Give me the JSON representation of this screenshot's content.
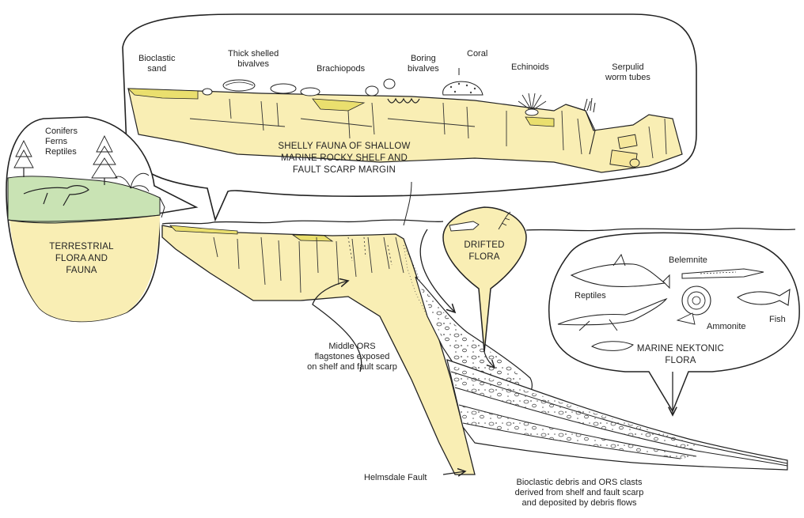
{
  "colors": {
    "rock_fill": "#f9eeb4",
    "rock_fill_deep": "#f6e79c",
    "sand": "#eadf6e",
    "grass": "#c9e3b4",
    "ink": "#222222"
  },
  "callout_shelf": {
    "items": [
      {
        "lines": [
          "Bioclastic",
          "sand"
        ]
      },
      {
        "lines": [
          "Thick shelled",
          "bivalves"
        ]
      },
      {
        "lines": [
          "Brachiopods"
        ]
      },
      {
        "lines": [
          "Boring",
          "bivalves"
        ]
      },
      {
        "lines": [
          "Coral"
        ]
      },
      {
        "lines": [
          "Echinoids"
        ]
      },
      {
        "lines": [
          "Serpulid",
          "worm tubes"
        ]
      }
    ],
    "caption": [
      "SHELLY FAUNA OF SHALLOW",
      "MARINE ROCKY SHELF AND",
      "FAULT SCARP MARGIN"
    ]
  },
  "callout_terrestrial": {
    "items": [
      "Conifers",
      "Ferns",
      "Reptiles"
    ],
    "caption": [
      "TERRESTRIAL",
      "FLORA AND",
      "FAUNA"
    ]
  },
  "callout_drifted": {
    "caption": [
      "DRIFTED",
      "FLORA"
    ]
  },
  "callout_marine": {
    "labels": {
      "belemnite": "Belemnite",
      "reptiles": "Reptiles",
      "ammonite": "Ammonite",
      "fish": "Fish"
    },
    "caption": [
      "MARINE NEKTONIC",
      "FLORA"
    ]
  },
  "annotations": {
    "middle_ors": [
      "Middle ORS",
      "flagstones exposed",
      "on shelf and fault scarp"
    ],
    "fault": "Helmsdale Fault",
    "debris": [
      "Bioclastic debris and ORS clasts",
      "derived from shelf and fault scarp",
      "and deposited by debris flows"
    ]
  }
}
